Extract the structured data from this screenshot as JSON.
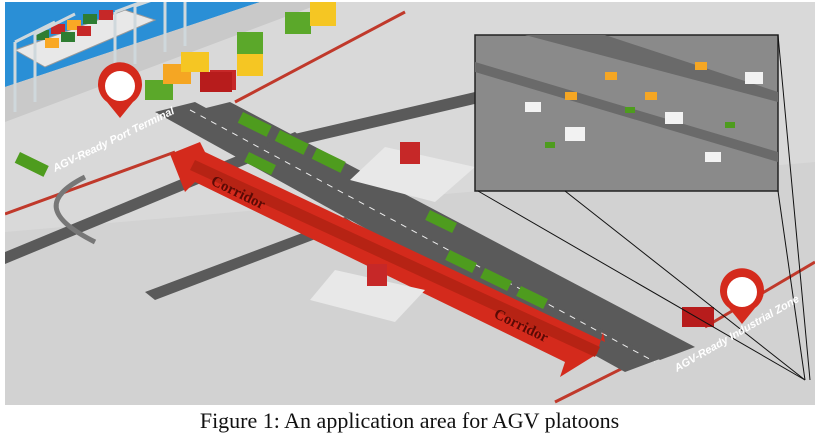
{
  "figure": {
    "caption": "Figure 1: An application area for AGV platoons",
    "labels": {
      "port_terminal": "AGV-Ready Port Terminal",
      "industrial_zone": "AGV-Ready Industrial Zone",
      "corridor_upper": "Corridor",
      "corridor_lower": "Corridor"
    },
    "colors": {
      "ground": "#d8d8d8",
      "road": "#5a5a5a",
      "corridor_arrow": "#d42a1c",
      "truck_green": "#4e9c1e",
      "sea": "#2a8fd6",
      "pin": "#d42a1c"
    }
  }
}
